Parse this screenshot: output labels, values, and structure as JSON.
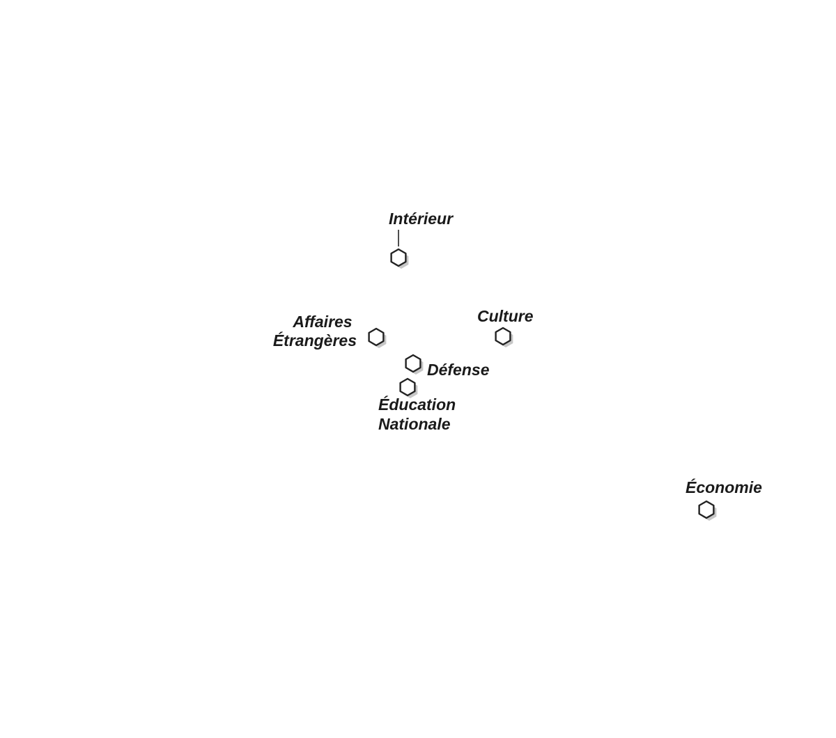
{
  "colors": {
    "node_stroke": "#222222",
    "label": "#1a1a1a",
    "leader": "#222222",
    "background": "#ffffff"
  },
  "icon": "hexagon-icon",
  "nodes": [
    {
      "id": "interieur",
      "label_lines": [
        "Intérieur"
      ]
    },
    {
      "id": "affaires-etrangeres",
      "label_lines": [
        "Affaires",
        "Étrangères"
      ]
    },
    {
      "id": "culture",
      "label_lines": [
        "Culture"
      ]
    },
    {
      "id": "defense",
      "label_lines": [
        "Défense"
      ]
    },
    {
      "id": "education-nationale",
      "label_lines": [
        "Éducation",
        "Nationale"
      ]
    },
    {
      "id": "economie",
      "label_lines": [
        "Économie"
      ]
    }
  ]
}
